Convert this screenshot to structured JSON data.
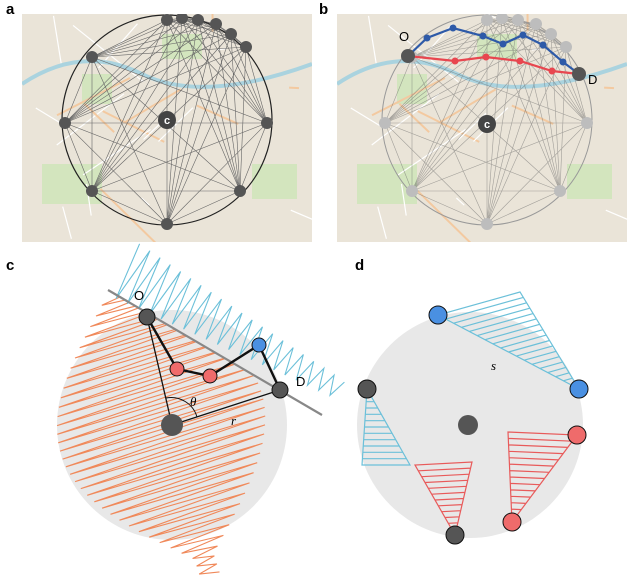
{
  "panels": {
    "a": {
      "label": "a",
      "center_label": "c"
    },
    "b": {
      "label": "b",
      "center_label": "c",
      "origin_label": "O",
      "destination_label": "D"
    },
    "c": {
      "label": "c",
      "origin_label": "O",
      "destination_label": "D",
      "angle_label": "θ",
      "radius_label": "r"
    },
    "d": {
      "label": "d",
      "chord_label": "s"
    }
  },
  "colors": {
    "orange": "#f0895a",
    "blue": "#6cc0d9",
    "red": "#e85a5a",
    "node_dark": "#555555",
    "node_blue": "#4a90e2",
    "node_red": "#ef6b6b",
    "route_blue": "#2e5aa8",
    "route_red": "#e8464f",
    "disk": "#e8e8e8"
  }
}
